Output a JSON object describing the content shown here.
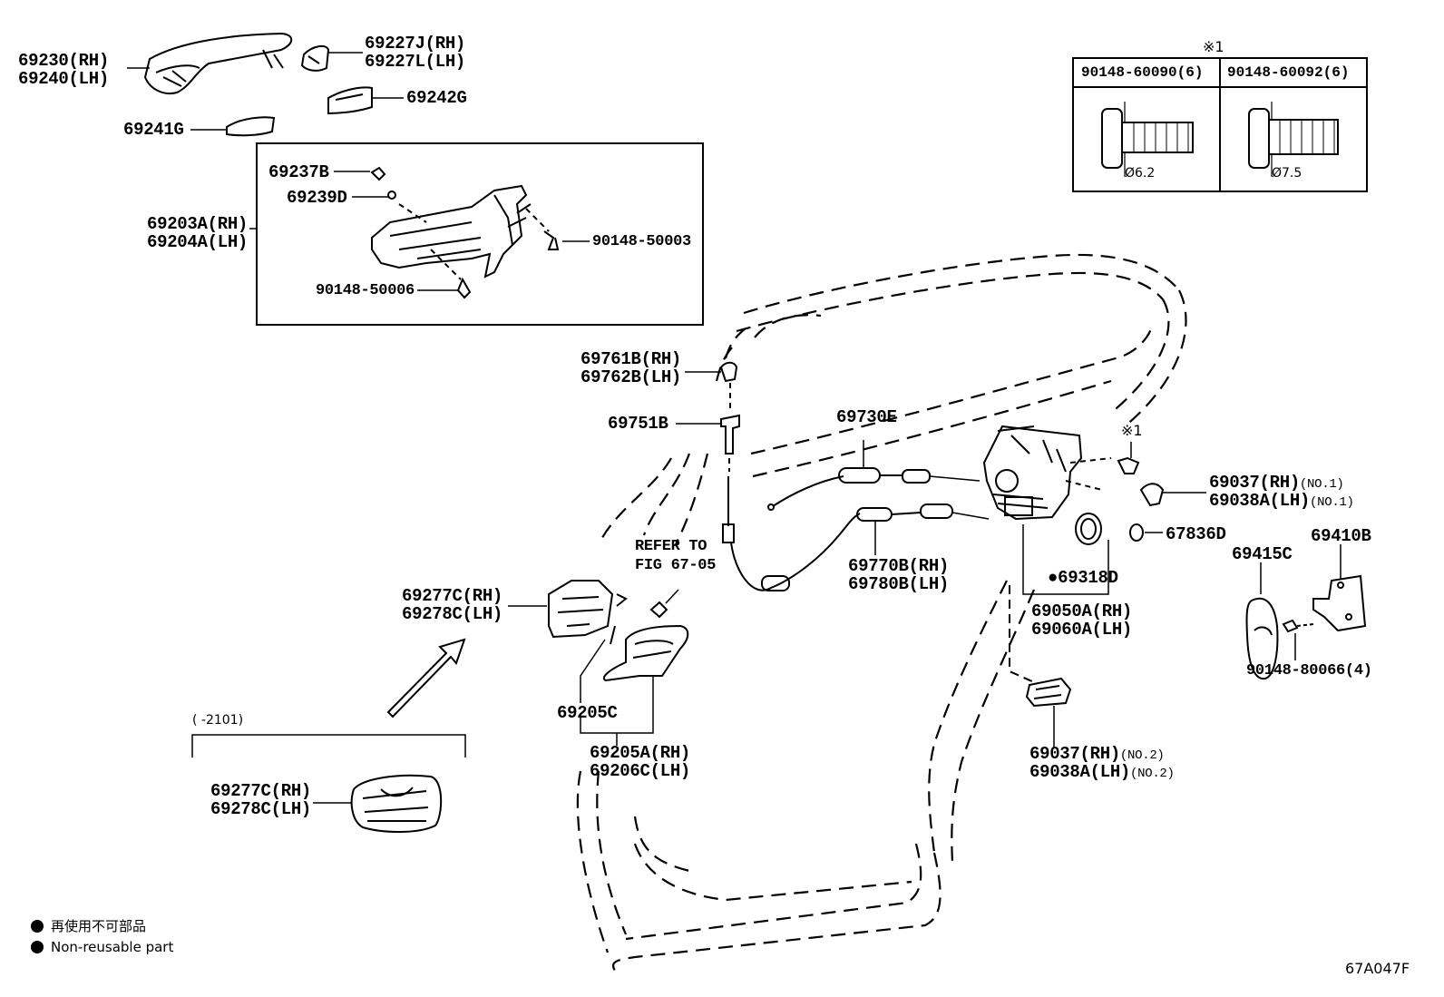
{
  "figure_code": "67A047F",
  "note_mark": "※1",
  "bolt_table": {
    "col1_part": "90148-60090(6)",
    "col2_part": "90148-60092(6)",
    "col1_dia": "Ø6.2",
    "col2_dia": "Ø7.5"
  },
  "labels": {
    "p69230": "69230(RH)",
    "p69240": "69240(LH)",
    "p69227j": "69227J(RH)",
    "p69227l": "69227L(LH)",
    "p69242g": "69242G",
    "p69241g": "69241G",
    "p69237b": "69237B",
    "p69239d": "69239D",
    "p69203a": "69203A(RH)",
    "p69204a": "69204A(LH)",
    "p90148_50003": "90148-50003",
    "p90148_50006": "90148-50006",
    "p69761b": "69761B(RH)",
    "p69762b": "69762B(LH)",
    "p69751b": "69751B",
    "p69730e": "69730E",
    "refer_line1": "REFER TO",
    "refer_line2": "FIG 67-05",
    "p69277c_a": "69277C(RH)",
    "p69278c_a": "69278C(LH)",
    "p69205c": "69205C",
    "p69205a": "69205A(RH)",
    "p69206c": "69206C(LH)",
    "p69770b": "69770B(RH)",
    "p69780b": "69780B(LH)",
    "p69318d": "●69318D",
    "p69050a": "69050A(RH)",
    "p69060a": "69060A(LH)",
    "p69037_no1": "69037(RH)",
    "no1_a": "(NO.1)",
    "p69038a_no1": "69038A(LH)",
    "no1_b": "(NO.1)",
    "p67836d": "67836D",
    "p69415c": "69415C",
    "p69410b": "69410B",
    "p90148_80066": "90148-80066(4)",
    "p69037_no2": "69037(RH)",
    "no2_a": "(NO.2)",
    "p69038a_no2": "69038A(LH)",
    "no2_b": "(NO.2)",
    "date_range": "(   -2101)",
    "p69277c_b": "69277C(RH)",
    "p69278c_b": "69278C(LH)"
  },
  "legend": {
    "jp": "再使用不可部品",
    "en": "Non-reusable part"
  }
}
